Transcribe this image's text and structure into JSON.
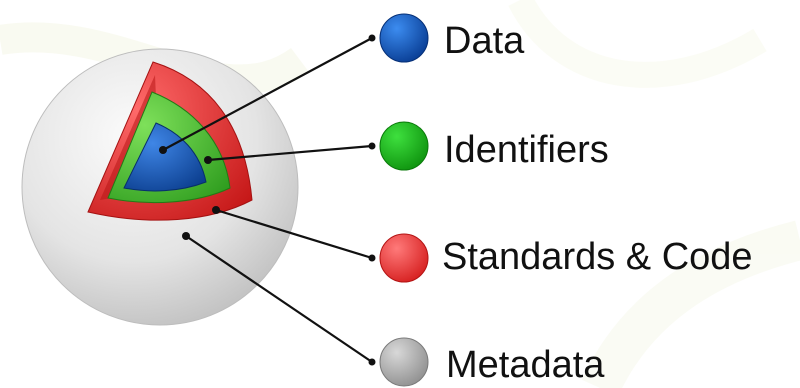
{
  "layers": [
    {
      "key": "data",
      "label": "Data",
      "color": "#0b4fae"
    },
    {
      "key": "identifiers",
      "label": "Identifiers",
      "color": "#1caa1c"
    },
    {
      "key": "standards",
      "label": "Standards & Code",
      "color": "#e62b2b"
    },
    {
      "key": "metadata",
      "label": "Metadata",
      "color": "#9a9a9a"
    }
  ]
}
